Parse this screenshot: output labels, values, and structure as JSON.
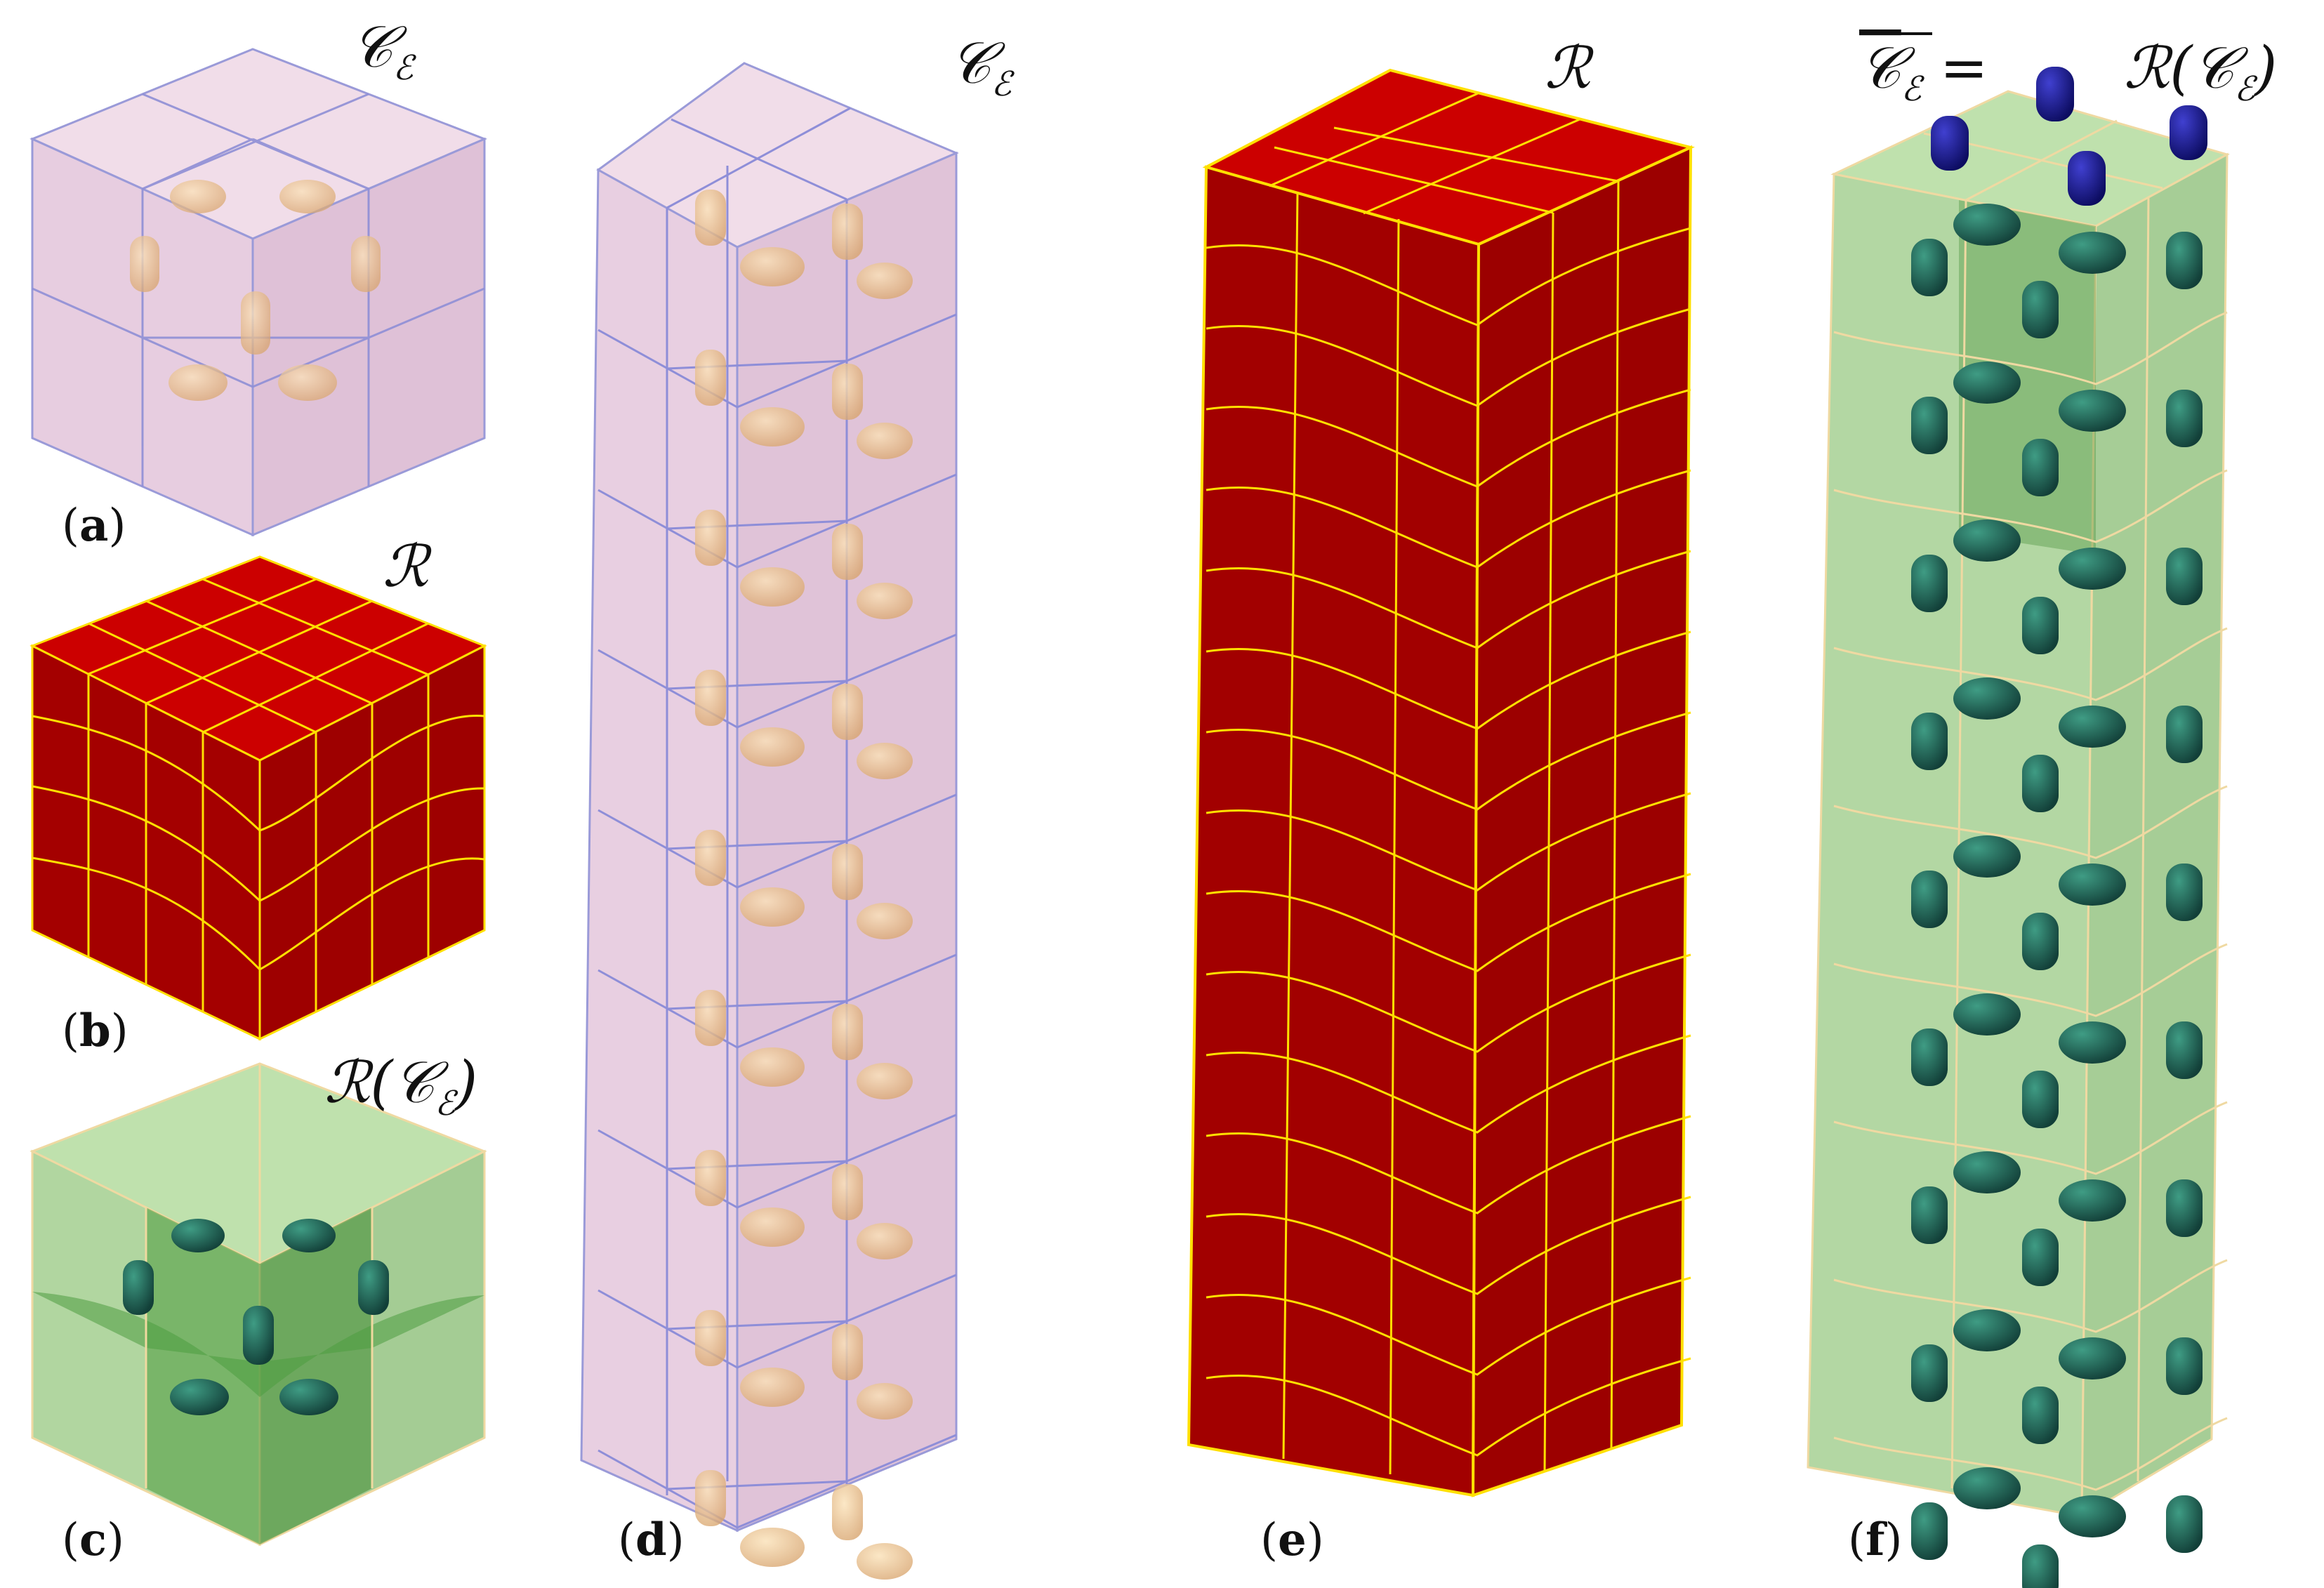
{
  "panels": {
    "a": {
      "label": "a",
      "symbol": "𝒞",
      "sub": "ℰ"
    },
    "b": {
      "label": "b",
      "symbol": "ℛ"
    },
    "c": {
      "label": "c",
      "symbol": "ℛ(𝒞",
      "sub": "ℰ",
      "close": ")"
    },
    "d": {
      "label": "d",
      "symbol": "𝒞",
      "sub": "ℰ"
    },
    "e": {
      "label": "e",
      "symbol": "ℛ"
    },
    "f": {
      "label": "f",
      "lhs": "𝒞",
      "lhs_sub": "ℰ",
      "eq": " = ",
      "rhs": "ℛ(𝒞",
      "rhs_sub": "ℰ",
      "rhs_close": ")"
    }
  },
  "colors": {
    "pink_face": "#e8c8dc",
    "pink_edge": "#8a8ad0",
    "red_face": "#a50000",
    "red_top": "#c80000",
    "yellow_line": "#ffe000",
    "green_face": "#a8d298",
    "green_edge": "#f0d8a0",
    "peg_tan": "#e8c090",
    "peg_teal": "#1f6a5a",
    "peg_blue": "#1a1a8c"
  }
}
